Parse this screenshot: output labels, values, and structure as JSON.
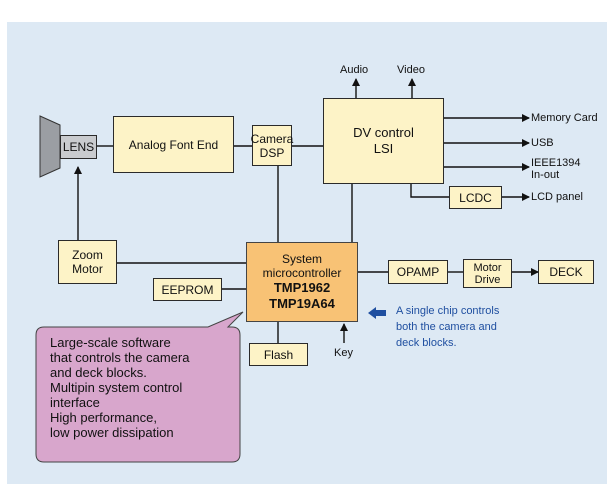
{
  "colors": {
    "panel_bg": "#dde9f4",
    "block_fill": "#fdf3c7",
    "mcu_fill": "#f8c275",
    "lens_fill": "#c9cbce",
    "callout_fill": "#d8a6cc",
    "note_blue": "#1f4fa0"
  },
  "blocks": {
    "lens": "LENS",
    "afe": "Analog Font End",
    "camera_dsp_1": "Camera",
    "camera_dsp_2": "DSP",
    "dv_1": "DV control",
    "dv_2": "LSI",
    "lcdc": "LCDC",
    "zoom_1": "Zoom",
    "zoom_2": "Motor",
    "eeprom": "EEPROM",
    "flash": "Flash",
    "opamp": "OPAMP",
    "motor_drive_1": "Motor",
    "motor_drive_2": "Drive",
    "deck": "DECK"
  },
  "mcu": {
    "line1": "System",
    "line2": "microcontroller",
    "chip1": "TMP1962",
    "chip2": "TMP19A64"
  },
  "labels": {
    "audio": "Audio",
    "video": "Video",
    "memory_card": "Memory Card",
    "usb": "USB",
    "ieee_1": "IEEE1394",
    "ieee_2": "In-out",
    "lcd_panel": "LCD panel",
    "key": "Key"
  },
  "note": {
    "line1": "A single chip controls",
    "line2": "both the camera and",
    "line3": "deck blocks."
  },
  "callout": {
    "line1": "Large-scale software",
    "line2": "that controls the camera",
    "line3": "and deck blocks.",
    "line4": "Multipin system control",
    "line5": "interface",
    "line6": "High performance,",
    "line7": "low power dissipation"
  }
}
